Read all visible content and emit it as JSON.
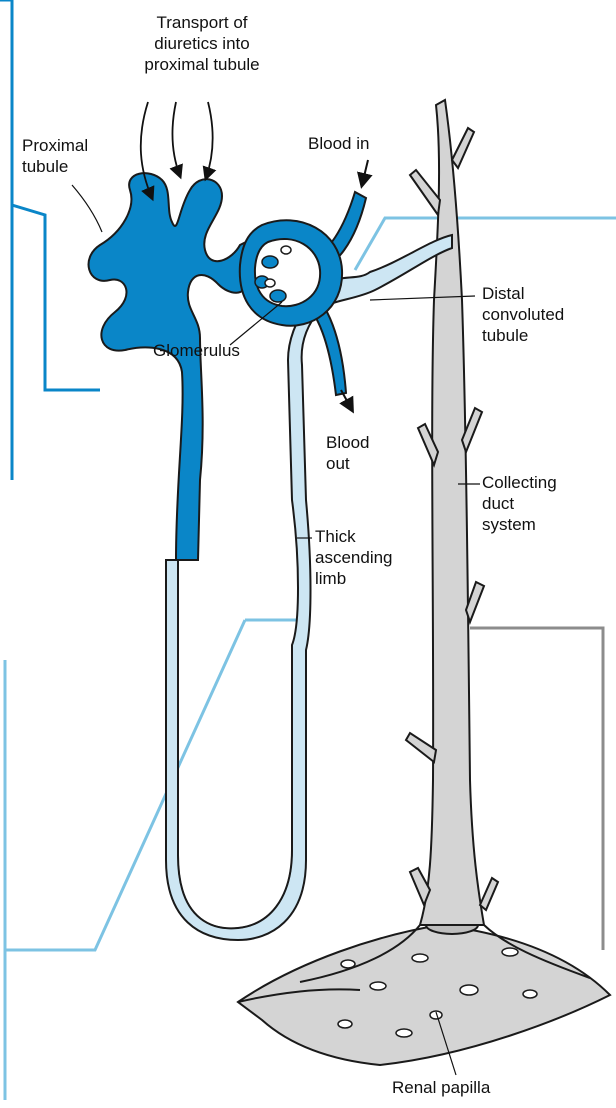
{
  "labels": {
    "transport": [
      "Transport of",
      "diuretics into",
      "proximal tubule"
    ],
    "proximal_tubule": [
      "Proximal",
      "tubule"
    ],
    "blood_in": "Blood in",
    "glomerulus": "Glomerulus",
    "distal": [
      "Distal",
      "convoluted",
      "tubule"
    ],
    "blood_out": [
      "Blood",
      "out"
    ],
    "collecting": [
      "Collecting",
      "duct",
      "system"
    ],
    "thick_limb": [
      "Thick",
      "ascending",
      "limb"
    ],
    "renal_papilla": "Renal papilla"
  },
  "colors": {
    "proximal_tubule": "#0a86c8",
    "loop_and_distal": "#cde6f3",
    "collecting_duct": "#d4d4d4",
    "outline": "#1a1a1a",
    "bracket_blue": "#0a86c8",
    "bracket_light_blue": "#7dc3e3",
    "bracket_gray": "#8c8c8c"
  }
}
